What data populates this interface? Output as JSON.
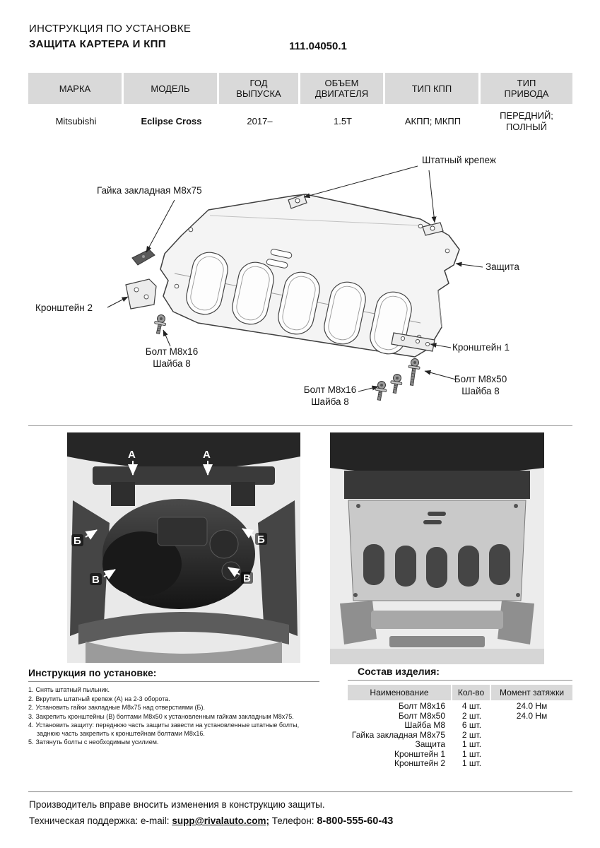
{
  "page": {
    "title_line1": "ИНСТРУКЦИЯ ПО УСТАНОВКЕ",
    "title_line2": "ЗАЩИТА КАРТЕРА И КПП",
    "part_number": "111.04050.1"
  },
  "spec_table": {
    "headers": [
      "МАРКА",
      "МОДЕЛЬ",
      "ГОД\nВЫПУСКА",
      "ОБЪЕМ\nДВИГАТЕЛЯ",
      "ТИП КПП",
      "ТИП\nПРИВОДА"
    ],
    "row": {
      "brand": "Mitsubishi",
      "model": "Eclipse Cross",
      "year": "2017–",
      "engine_volume": "1.5T",
      "gearbox": "АКПП; МКПП",
      "drive": "ПЕРЕДНИЙ;\nПОЛНЫЙ"
    }
  },
  "diagram": {
    "labels": {
      "factory_fastener": "Штатный крепеж",
      "embedded_nut": "Гайка закладная М8х75",
      "shield": "Защита",
      "bracket_2": "Кронштейн 2",
      "bracket_1": "Кронштейн 1",
      "bolt_m8x16": "Болт М8х16",
      "bolt_m8x50": "Болт М8х50",
      "washer_8": "Шайба 8"
    }
  },
  "photos": {
    "markers": [
      {
        "label": "А"
      },
      {
        "label": "А"
      },
      {
        "label": "Б"
      },
      {
        "label": "Б"
      },
      {
        "label": "В"
      },
      {
        "label": "В"
      }
    ]
  },
  "instructions": {
    "title": "Инструкция по установке:",
    "steps": [
      {
        "n": "1.",
        "text": "Снять штатный пыльник."
      },
      {
        "n": "2.",
        "text": "Вкрутить штатный крепеж (А) на 2-3 оборота."
      },
      {
        "n": "2.",
        "text": "Установить гайки закладные М8х75 над отверстиями (Б)."
      },
      {
        "n": "3.",
        "text": "Закрепить кронштейны (В) болтами М8х50 к установленным гайкам закладным М8х75."
      },
      {
        "n": "4.",
        "text": "Установить защиту: переднюю часть защиты завести на установленные штатные болты, заднюю часть закрепить к кронштейнам болтами М8х16."
      },
      {
        "n": "5.",
        "text": "Затянуть болты с необходимым усилием."
      }
    ]
  },
  "parts": {
    "title": "Состав изделия:",
    "headers": [
      "Наименование",
      "Кол-во",
      "Момент затяжки"
    ],
    "rows": [
      {
        "name": "Болт М8х16",
        "qty": "4 шт.",
        "torque": "24.0 Нм"
      },
      {
        "name": "Болт М8х50",
        "qty": "2 шт.",
        "torque": "24.0 Нм"
      },
      {
        "name": "Шайба М8",
        "qty": "6 шт.",
        "torque": ""
      },
      {
        "name": "Гайка закладная М8х75",
        "qty": "2 шт.",
        "torque": ""
      },
      {
        "name": "Защита",
        "qty": "1 шт.",
        "torque": ""
      },
      {
        "name": "Кронштейн 1",
        "qty": "1 шт.",
        "torque": ""
      },
      {
        "name": "Кронштейн 2",
        "qty": "1 шт.",
        "torque": ""
      }
    ]
  },
  "footer": {
    "notice": "Производитель вправе вносить изменения в конструкцию защиты.",
    "support_label": "Техническая поддержка:  e-mail:",
    "email": "supp@rivalauto.com;",
    "phone_label": "Телефон:",
    "phone": "8-800-555-60-43"
  }
}
